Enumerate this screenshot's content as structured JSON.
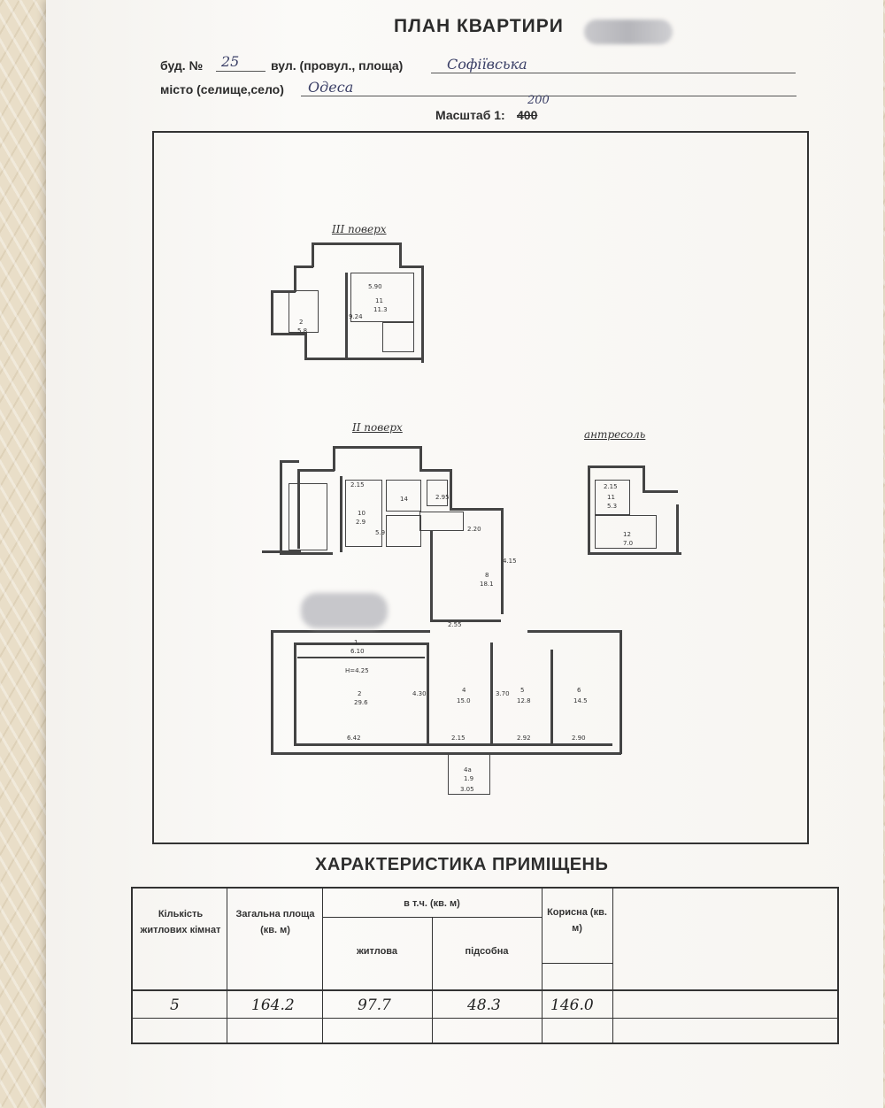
{
  "header": {
    "title": "ПЛАН КВАРТИРИ",
    "building_label": "буд. №",
    "building_no": "25",
    "street_label": "вул. (провул., площа)",
    "street_value": "Софіївська",
    "city_label": "місто (селище,село)",
    "city_value": "Одеса",
    "scale_label": "Масштаб 1:",
    "scale_old": "400",
    "scale_new": "200"
  },
  "plan": {
    "floor3_label": "ІІІ поверх",
    "floor2_label": "ІІ поверх",
    "mezzanine_label": "антресоль",
    "room_labels": [
      "5.90",
      "11",
      "11.3",
      "2",
      "5.8",
      "9.24",
      "2.15",
      "10",
      "2.9",
      "5.9",
      "14",
      "2.95",
      "2.20",
      "8",
      "18.1",
      "2.55",
      "4.15",
      "1",
      "6.10",
      "Н=4.25",
      "2",
      "29.6",
      "6.42",
      "4.30",
      "4",
      "15.0",
      "2.15",
      "3.70",
      "5",
      "12.8",
      "2.92",
      "6",
      "14.5",
      "2.90",
      "4а",
      "1.9",
      "3.05",
      "2.15",
      "11",
      "5.3",
      "12",
      "7.0"
    ]
  },
  "characteristics": {
    "title": "ХАРАКТЕРИСТИКА ПРИМІЩЕНЬ",
    "headers": {
      "rooms": "Кількість житлових кімнат",
      "total": "Загальна площа (кв. м)",
      "incl": "в т.ч. (кв. м)",
      "living": "житлова",
      "auxiliary": "підсобна",
      "useful": "Корисна (кв. м)"
    },
    "values": {
      "rooms": "5",
      "total": "164.2",
      "living": "97.7",
      "auxiliary": "48.3",
      "useful": "146.0"
    }
  }
}
